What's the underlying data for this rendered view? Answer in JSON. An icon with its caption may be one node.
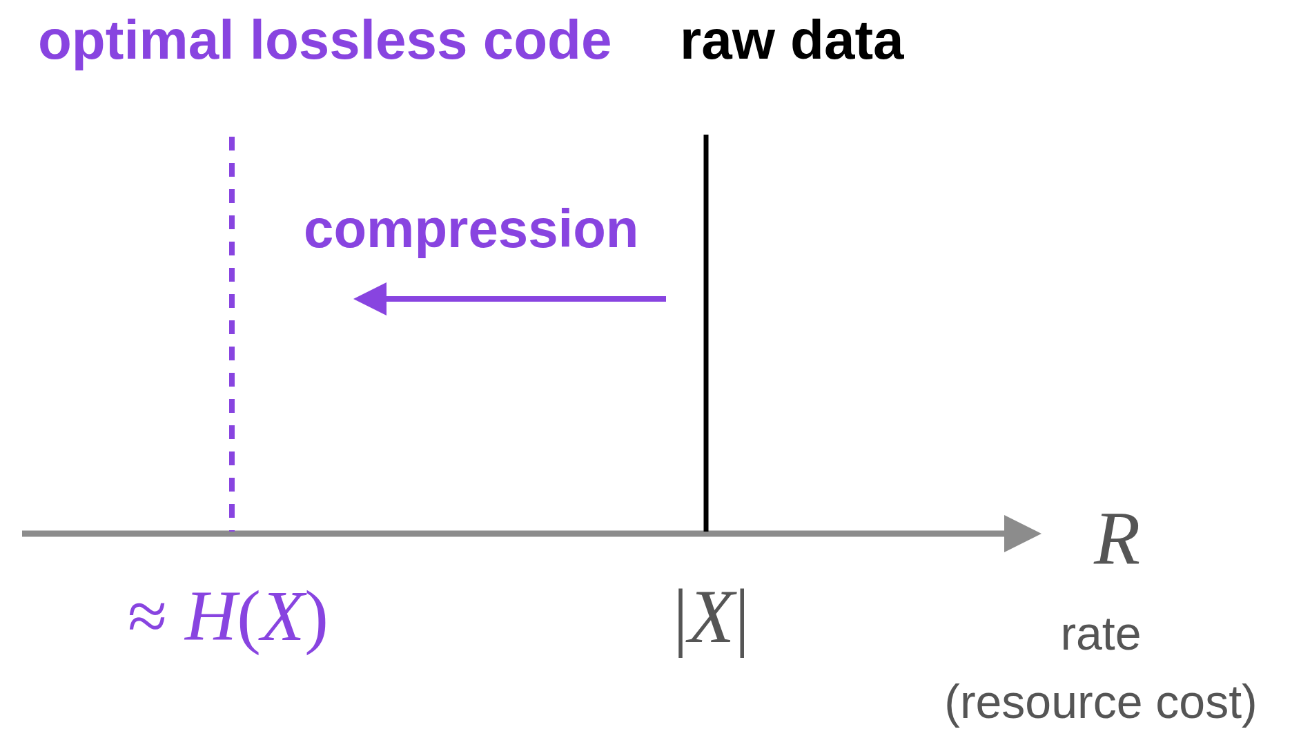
{
  "diagram": {
    "labels": [
      "optimal lossless code",
      "raw data",
      "compression",
      "R",
      "≈ *H*(*X*)",
      "|*X*|",
      "rate (resource cost)"
    ]
  }
}
